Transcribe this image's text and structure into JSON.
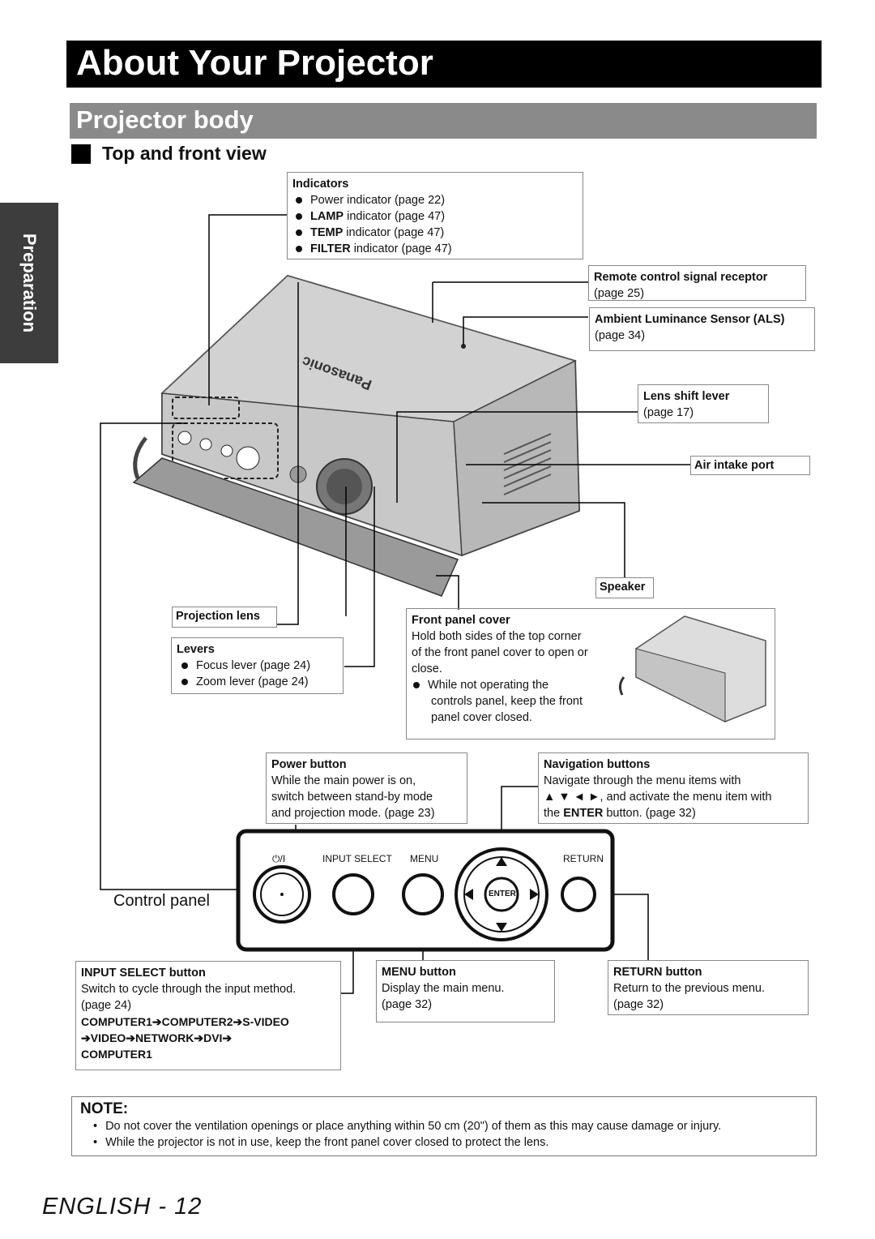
{
  "title": "About Your Projector",
  "subtitle": "Projector body",
  "section": "Top and front view",
  "side_tab": "Preparation",
  "indicators": {
    "heading": "Indicators",
    "items": [
      {
        "bold": "",
        "text": "Power indicator (page 22)"
      },
      {
        "bold": "LAMP",
        "text": " indicator (page 47)"
      },
      {
        "bold": "TEMP",
        "text": " indicator (page 47)"
      },
      {
        "bold": "FILTER",
        "text": " indicator (page 47)"
      }
    ]
  },
  "remote_receptor": {
    "heading": "Remote control signal receptor",
    "text": "(page 25)"
  },
  "als": {
    "heading": "Ambient Luminance Sensor (ALS)",
    "text": "(page 34)"
  },
  "lens_shift": {
    "heading": "Lens shift lever",
    "text": "(page 17)"
  },
  "air_intake": {
    "heading": "Air intake port"
  },
  "speaker": {
    "heading": "Speaker"
  },
  "projection_lens": {
    "heading": "Projection lens"
  },
  "levers": {
    "heading": "Levers",
    "items": [
      "Focus lever (page 24)",
      "Zoom lever (page 24)"
    ]
  },
  "front_panel_cover": {
    "heading": "Front panel cover",
    "lines": [
      "Hold both sides of the top corner",
      "of the front panel cover to open or",
      "close."
    ],
    "bullet_lines": [
      "While not operating the",
      "controls panel, keep the front",
      "panel cover closed."
    ]
  },
  "power_button": {
    "heading": "Power button",
    "lines": [
      "While the main power is on,",
      "switch between stand-by mode",
      "and projection mode. (page 23)"
    ]
  },
  "navigation_buttons": {
    "heading": "Navigation buttons",
    "line1": "Navigate through the menu items with",
    "line2": "▲ ▼ ◄ ►, and activate the menu item with",
    "line3_pre": "the ",
    "line3_bold": "ENTER",
    "line3_post": " button. (page 32)"
  },
  "control_panel": {
    "label": "Control panel",
    "labels": {
      "power": "⏻/I",
      "input_select": "INPUT SELECT",
      "menu": "MENU",
      "return": "RETURN",
      "enter": "ENTER"
    }
  },
  "input_select_button": {
    "heading": "INPUT SELECT button",
    "lines": [
      "Switch to cycle through the input method.",
      "(page 24)"
    ],
    "chain1": "COMPUTER1➔COMPUTER2➔S-VIDEO",
    "chain2": "➔VIDEO➔NETWORK➔DVI➔",
    "chain3": "COMPUTER1"
  },
  "menu_button": {
    "heading": "MENU button",
    "lines": [
      "Display the main menu.",
      "(page 32)"
    ]
  },
  "return_button": {
    "heading": "RETURN button",
    "lines": [
      "Return to the previous menu.",
      "(page 32)"
    ]
  },
  "note": {
    "heading": "NOTE:",
    "items": [
      "Do not cover the ventilation openings or place anything within 50 cm (20\") of them as this may cause damage or injury.",
      "While the projector is not in use, keep the front panel cover closed to protect the lens."
    ]
  },
  "brand": "Panasonic",
  "footer": "ENGLISH - 12"
}
